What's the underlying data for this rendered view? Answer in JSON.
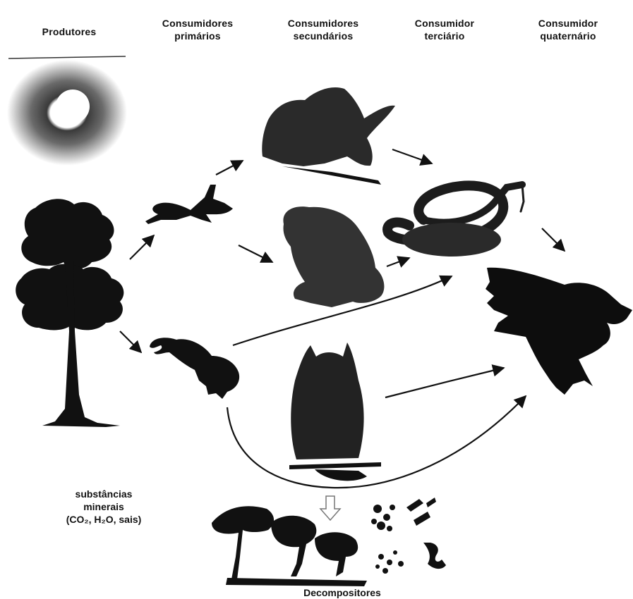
{
  "headers": {
    "producers": "Produtores",
    "primary": [
      "Consumidores",
      "primários"
    ],
    "secondary": [
      "Consumidores",
      "secundários"
    ],
    "tertiary": [
      "Consumidor",
      "terciário"
    ],
    "quaternary": [
      "Consumidor",
      "quaternário"
    ]
  },
  "minerals": [
    "substâncias",
    "minerais",
    "(CO₂, H₂O, sais)"
  ],
  "decomposers": "Decompositores",
  "colors": {
    "ink": "#111111",
    "grey": "#555555",
    "background": "#ffffff"
  },
  "organisms": [
    "sun-icon",
    "tree-icon",
    "grasshopper-icon",
    "rodent-icon",
    "bird-icon",
    "toad-icon",
    "owl-icon",
    "snake-icon",
    "hawk-icon",
    "mushroom-icon",
    "bacteria-icon"
  ]
}
